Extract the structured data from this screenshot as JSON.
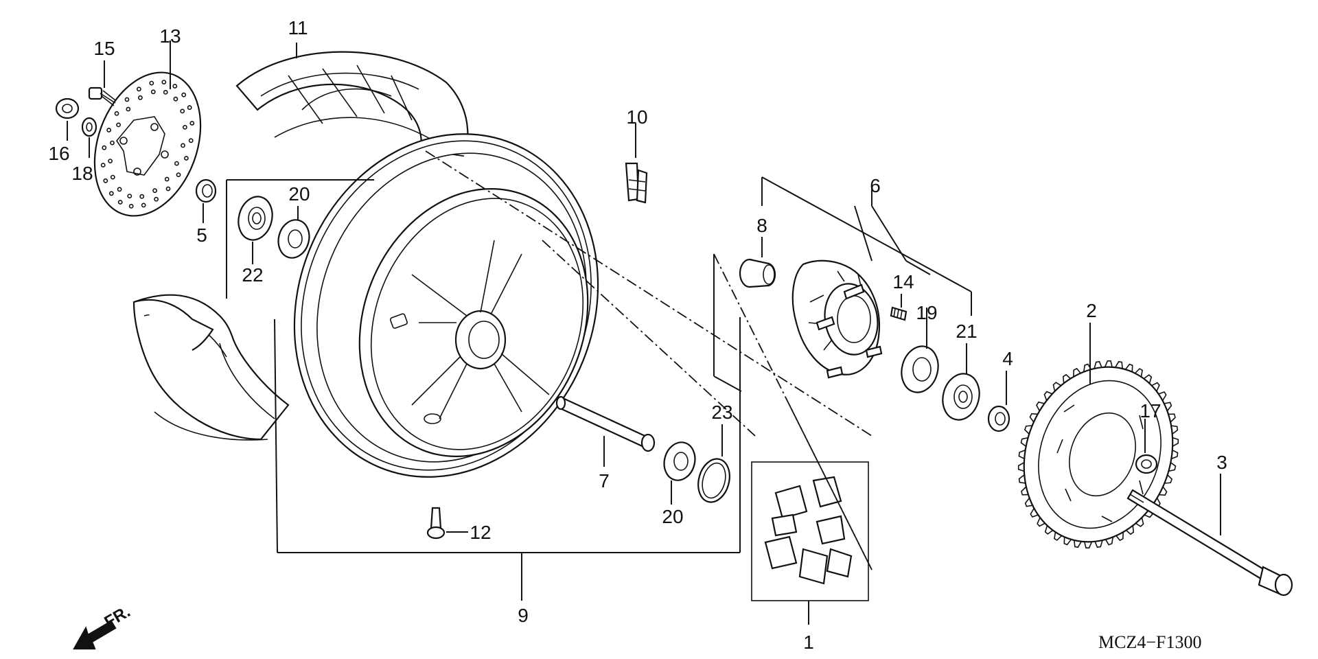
{
  "diagram": {
    "drawing_code": "MCZ4−F1300",
    "direction_label": "FR.",
    "part_numbers": {
      "p1": "1",
      "p2": "2",
      "p3": "3",
      "p4": "4",
      "p5": "5",
      "p6": "6",
      "p7": "7",
      "p8": "8",
      "p9": "9",
      "p10": "10",
      "p11": "11",
      "p12": "12",
      "p13": "13",
      "p14": "14",
      "p15": "15",
      "p16": "16",
      "p17": "17",
      "p18": "18",
      "p19": "19",
      "p20a": "20",
      "p20b": "20",
      "p21": "21",
      "p22": "22",
      "p23": "23"
    }
  }
}
